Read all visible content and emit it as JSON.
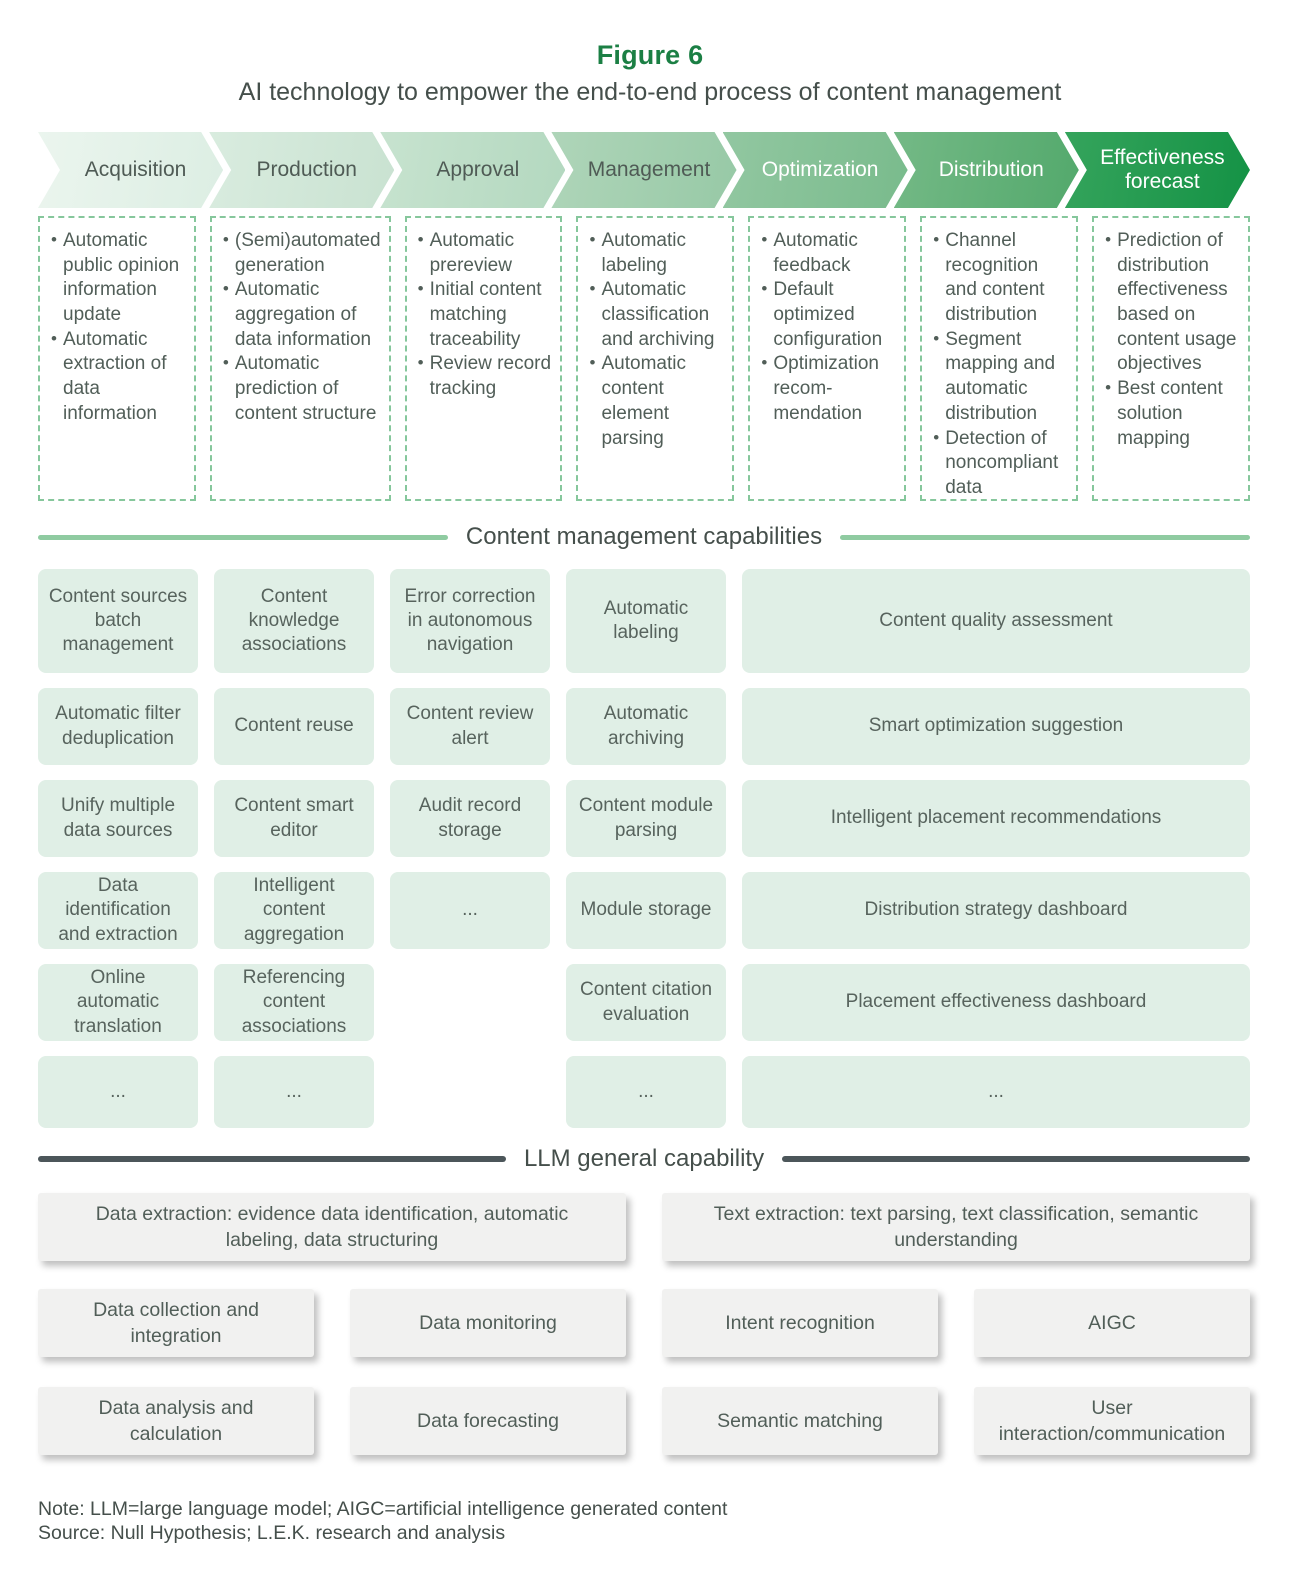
{
  "header": {
    "figure_label": "Figure 6",
    "title": "AI technology to empower the end-to-end process of content management"
  },
  "process": {
    "stages": [
      {
        "label": "Acquisition",
        "colors": [
          "#ebf5ee",
          "#dceee3"
        ],
        "text_color": "#4f5b55",
        "items": [
          "Automatic public opinion information update",
          "Automatic extraction of data information"
        ]
      },
      {
        "label": "Production",
        "colors": [
          "#d9ecdf",
          "#c9e2d1"
        ],
        "text_color": "#4f5b55",
        "items": [
          "(Semi)automated generation",
          "Automatic aggregation of data information",
          "Automatic prediction of content structure"
        ]
      },
      {
        "label": "Approval",
        "colors": [
          "#c7e3cf",
          "#b3d8bf"
        ],
        "text_color": "#4f5b55",
        "items": [
          "Automatic prereview",
          "Initial content matching traceability",
          "Review record tracking"
        ]
      },
      {
        "label": "Management",
        "colors": [
          "#afd5b9",
          "#97c9a6"
        ],
        "text_color": "#4f5b55",
        "items": [
          "Automatic labeling",
          "Automatic classification and archiving",
          "Automatic content element parsing"
        ]
      },
      {
        "label": "Optimization",
        "colors": [
          "#92c7a1",
          "#79bb8c"
        ],
        "text_color": "#ffffff",
        "items": [
          "Automatic feedback",
          "Default optimized configuration",
          "Optimization recom-mendation"
        ]
      },
      {
        "label": "Distribution",
        "colors": [
          "#74b986",
          "#53a96c"
        ],
        "text_color": "#ffffff",
        "items": [
          "Channel recognition and content distribution",
          "Segment mapping and automatic distribution",
          "Detection of noncompliant data"
        ]
      },
      {
        "label": "Effectiveness forecast",
        "colors": [
          "#35a45c",
          "#149245"
        ],
        "text_color": "#ffffff",
        "items": [
          "Prediction of distribution effectiveness based on content usage objectives",
          "Best content solution mapping"
        ]
      }
    ]
  },
  "capabilities": {
    "divider_label": "Content management capabilities",
    "rows": [
      {
        "cells": [
          "Content sources batch management",
          "Content knowledge associations",
          "Error correction in autonomous navigation",
          "Automatic labeling",
          "Content quality assessment"
        ]
      },
      {
        "cells": [
          "Automatic filter deduplication",
          "Content reuse",
          "Content review alert",
          "Automatic archiving",
          "Smart optimization suggestion"
        ]
      },
      {
        "cells": [
          "Unify multiple data sources",
          "Content smart editor",
          "Audit record storage",
          "Content module parsing",
          "Intelligent placement recommendations"
        ]
      },
      {
        "cells": [
          "Data identification and extraction",
          "Intelligent content aggregation",
          "...",
          "Module storage",
          "Distribution strategy dashboard"
        ]
      },
      {
        "cells": [
          "Online automatic translation",
          "Referencing content associations",
          null,
          "Content citation evaluation",
          "Placement effectiveness dashboard"
        ]
      },
      {
        "cells": [
          "...",
          "...",
          null,
          "...",
          "..."
        ]
      }
    ]
  },
  "llm": {
    "divider_label": "LLM general capability",
    "wide_boxes": [
      "Data extraction: evidence data identification, automatic labeling, data structuring",
      "Text extraction: text parsing, text classification, semantic understanding"
    ],
    "boxes": [
      "Data collection and integration",
      "Data monitoring",
      "Intent recognition",
      "AIGC",
      "Data analysis and calculation",
      "Data forecasting",
      "Semantic matching",
      "User interaction/communication"
    ]
  },
  "footer": {
    "note": "Note: LLM=large language model; AIGC=artificial intelligence generated content",
    "source": "Source: Null Hypothesis; L.E.K. research and analysis"
  },
  "colors": {
    "figure_green": "#1b7f44",
    "light_green_box": "#e0efe6",
    "dashed_border": "#86c79c",
    "green_divider": "#8fcba1",
    "dark_divider": "#4c565a",
    "gray_box": "#f1f1f0",
    "text_dark": "#454f4b",
    "text_body": "#515e58"
  }
}
